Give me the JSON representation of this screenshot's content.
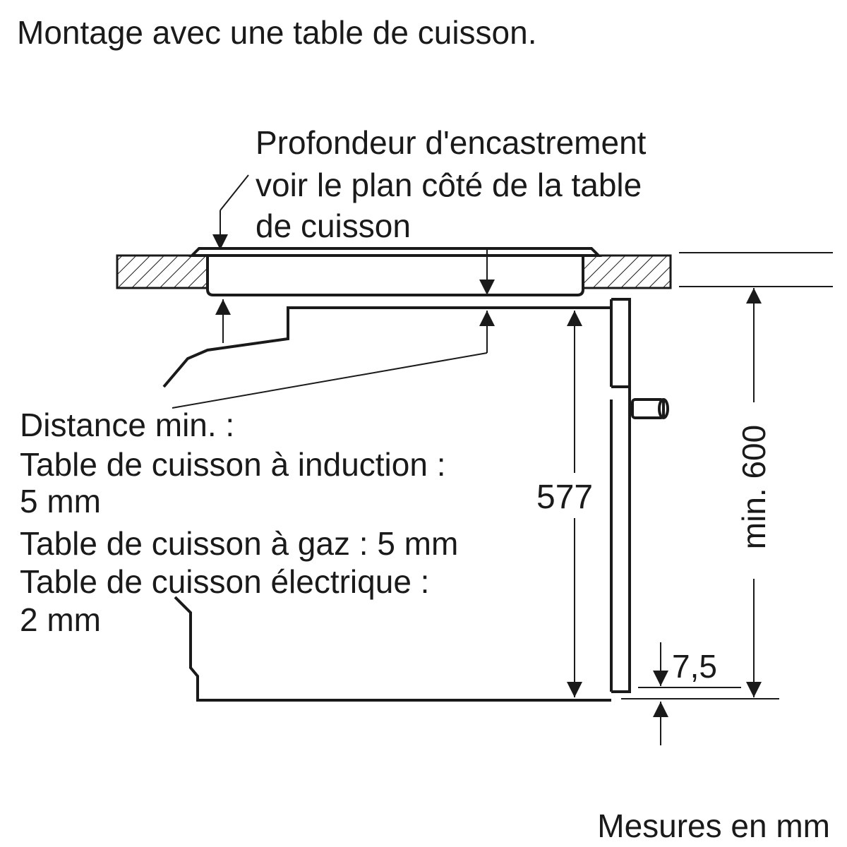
{
  "title": "Montage avec une table de cuisson.",
  "depth_note": {
    "lines": [
      "Profondeur d'encastrement",
      "voir le plan côté de la table",
      "de cuisson"
    ]
  },
  "distance_note": {
    "lines": [
      "Distance min. :",
      "Table de cuisson à induction :",
      "5 mm",
      "Table de cuisson à gaz : 5 mm",
      "Table de cuisson électrique :",
      "2 mm"
    ]
  },
  "dimensions": {
    "oven_height": "577",
    "min_niche_height": "min. 600",
    "bottom_offset": "7,5"
  },
  "units_note": "Mesures en mm"
}
